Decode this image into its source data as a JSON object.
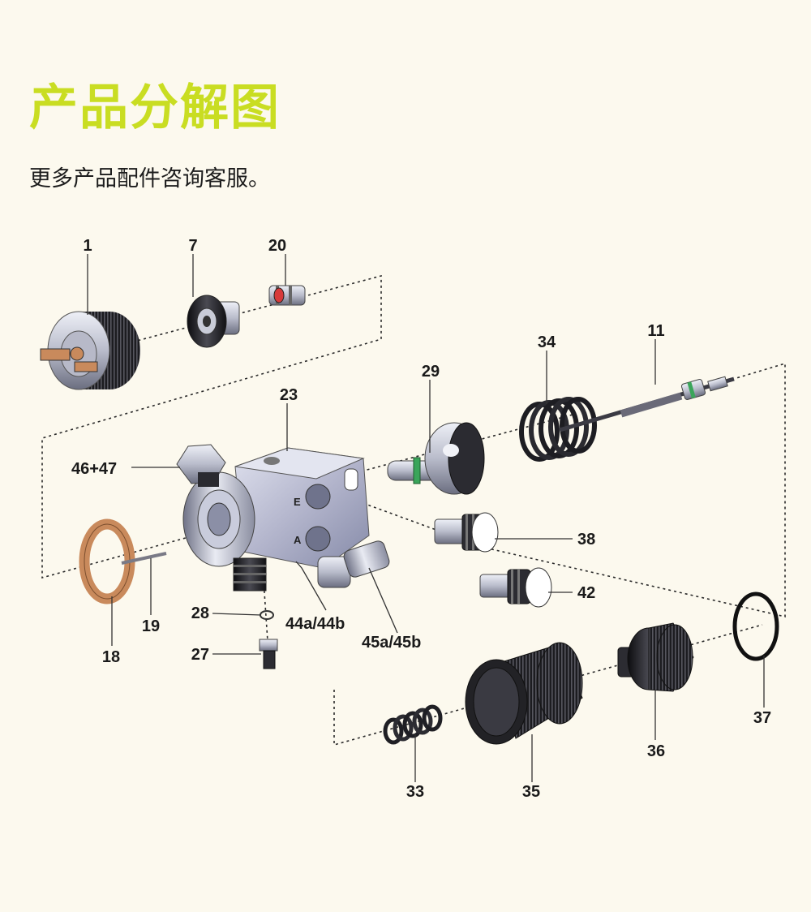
{
  "header": {
    "title": "产品分解图",
    "subtitle": "更多产品配件咨询客服。"
  },
  "parts": [
    {
      "id": "1"
    },
    {
      "id": "7"
    },
    {
      "id": "20"
    },
    {
      "id": "23"
    },
    {
      "id": "29"
    },
    {
      "id": "34"
    },
    {
      "id": "11"
    },
    {
      "id": "46+47"
    },
    {
      "id": "38"
    },
    {
      "id": "42"
    },
    {
      "id": "19"
    },
    {
      "id": "18"
    },
    {
      "id": "28"
    },
    {
      "id": "44a/44b"
    },
    {
      "id": "45a/45b"
    },
    {
      "id": "27"
    },
    {
      "id": "37"
    },
    {
      "id": "36"
    },
    {
      "id": "33"
    },
    {
      "id": "35"
    }
  ],
  "body_marks": {
    "exhaust": "E",
    "air": "A"
  },
  "colors": {
    "title": "#c9dd22",
    "background": "#fcf9ee",
    "seal_ring": "#c98a5c",
    "o_ring": "#3aa55a"
  }
}
